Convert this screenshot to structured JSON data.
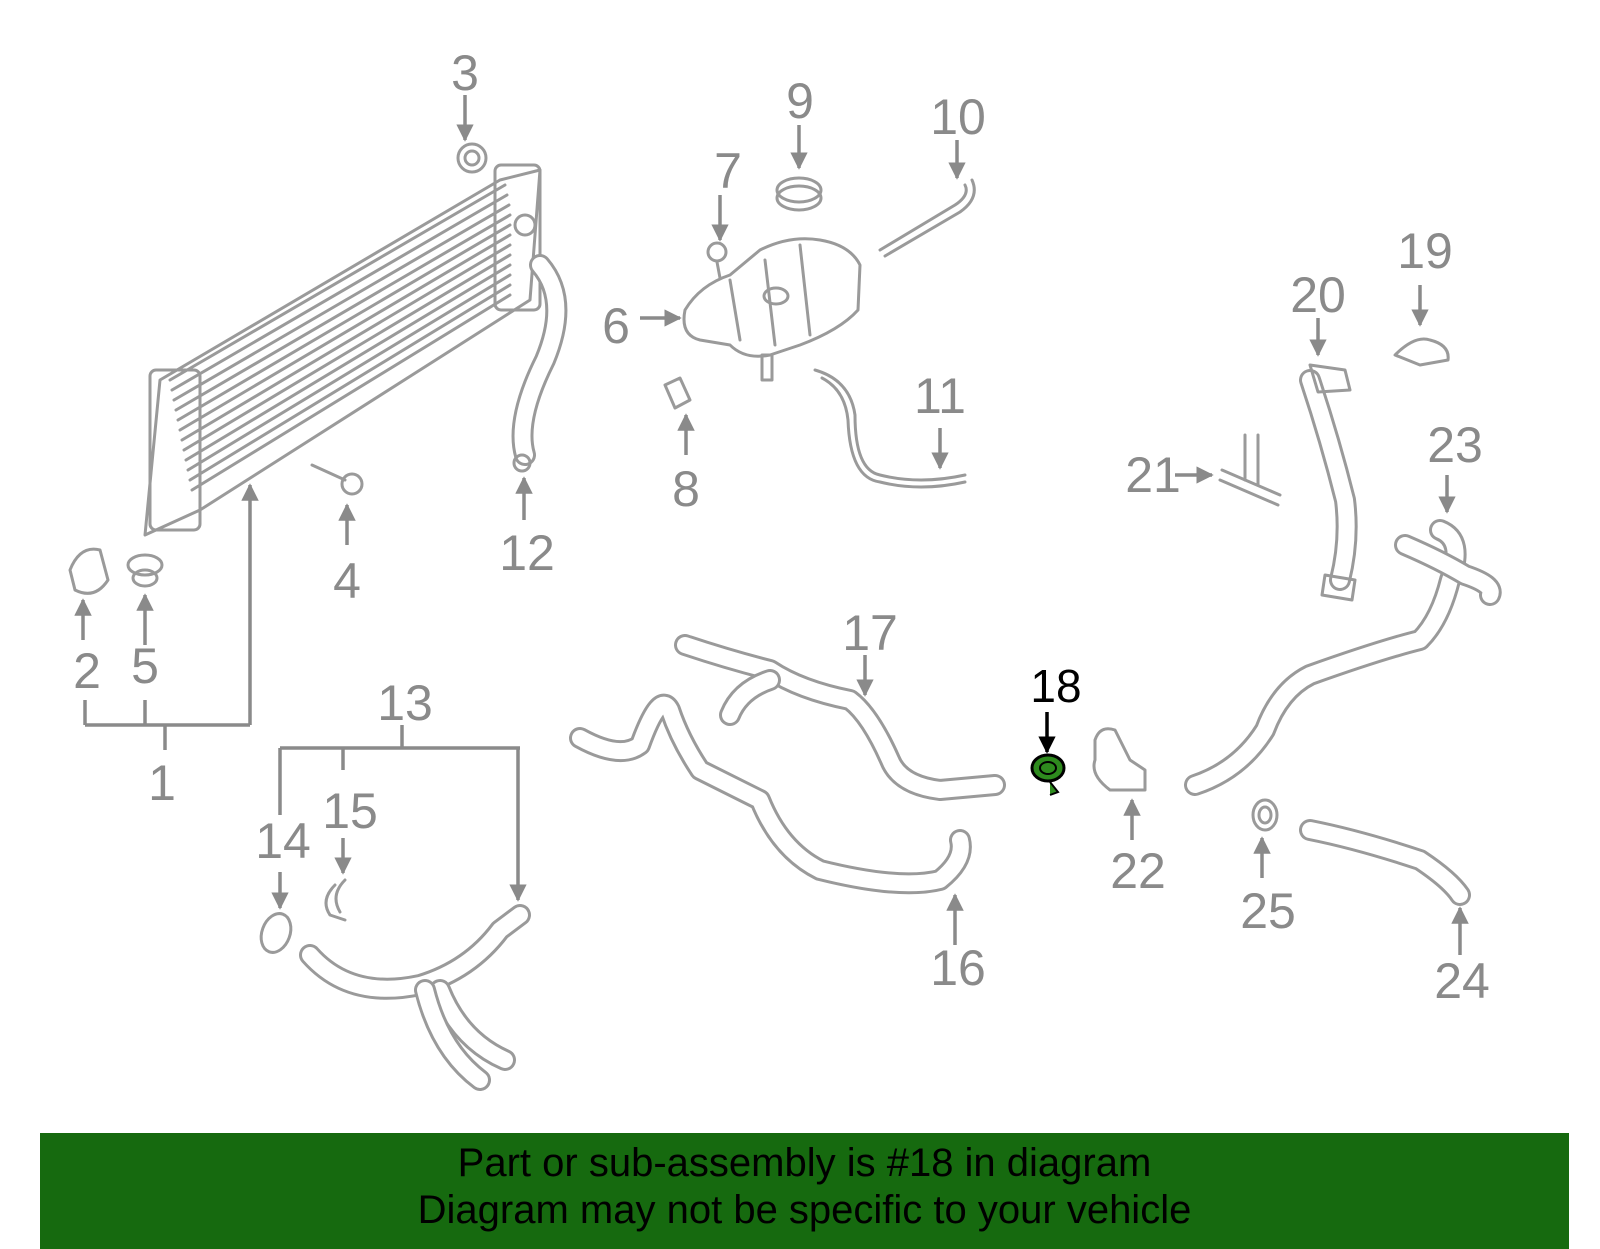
{
  "diagram": {
    "callouts": [
      "1",
      "2",
      "3",
      "4",
      "5",
      "6",
      "7",
      "8",
      "9",
      "10",
      "11",
      "12",
      "13",
      "14",
      "15",
      "16",
      "17",
      "18",
      "19",
      "20",
      "21",
      "22",
      "23",
      "24",
      "25"
    ],
    "highlighted_part": "18",
    "highlight_color": "#2e8b1e"
  },
  "banner": {
    "line1": "Part or sub-assembly is #18 in diagram",
    "line2": "Diagram may not be specific to your vehicle",
    "background": "#166a0f"
  }
}
